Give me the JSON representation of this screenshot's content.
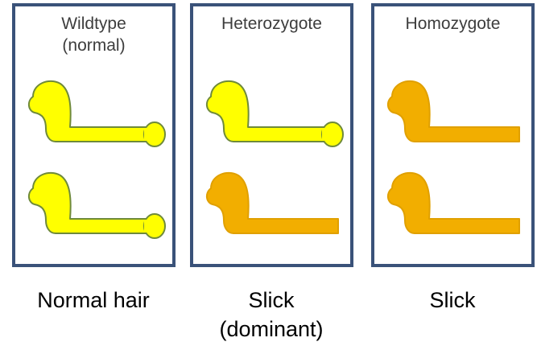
{
  "colors": {
    "border": "#3a5279",
    "normal_fill": "#ffff00",
    "normal_stroke": "#6f8a3a",
    "slick_fill": "#f2ae00",
    "slick_stroke": "#e0a000"
  },
  "panels": [
    {
      "title_lines": [
        "Wildtype",
        "(normal)"
      ],
      "alleles": [
        "normal",
        "normal"
      ],
      "caption_lines": [
        "Normal hair"
      ]
    },
    {
      "title_lines": [
        "Heterozygote"
      ],
      "alleles": [
        "normal",
        "slick"
      ],
      "caption_lines": [
        "Slick",
        "(dominant)"
      ]
    },
    {
      "title_lines": [
        "Homozygote"
      ],
      "alleles": [
        "slick",
        "slick"
      ],
      "caption_lines": [
        "Slick"
      ]
    }
  ]
}
